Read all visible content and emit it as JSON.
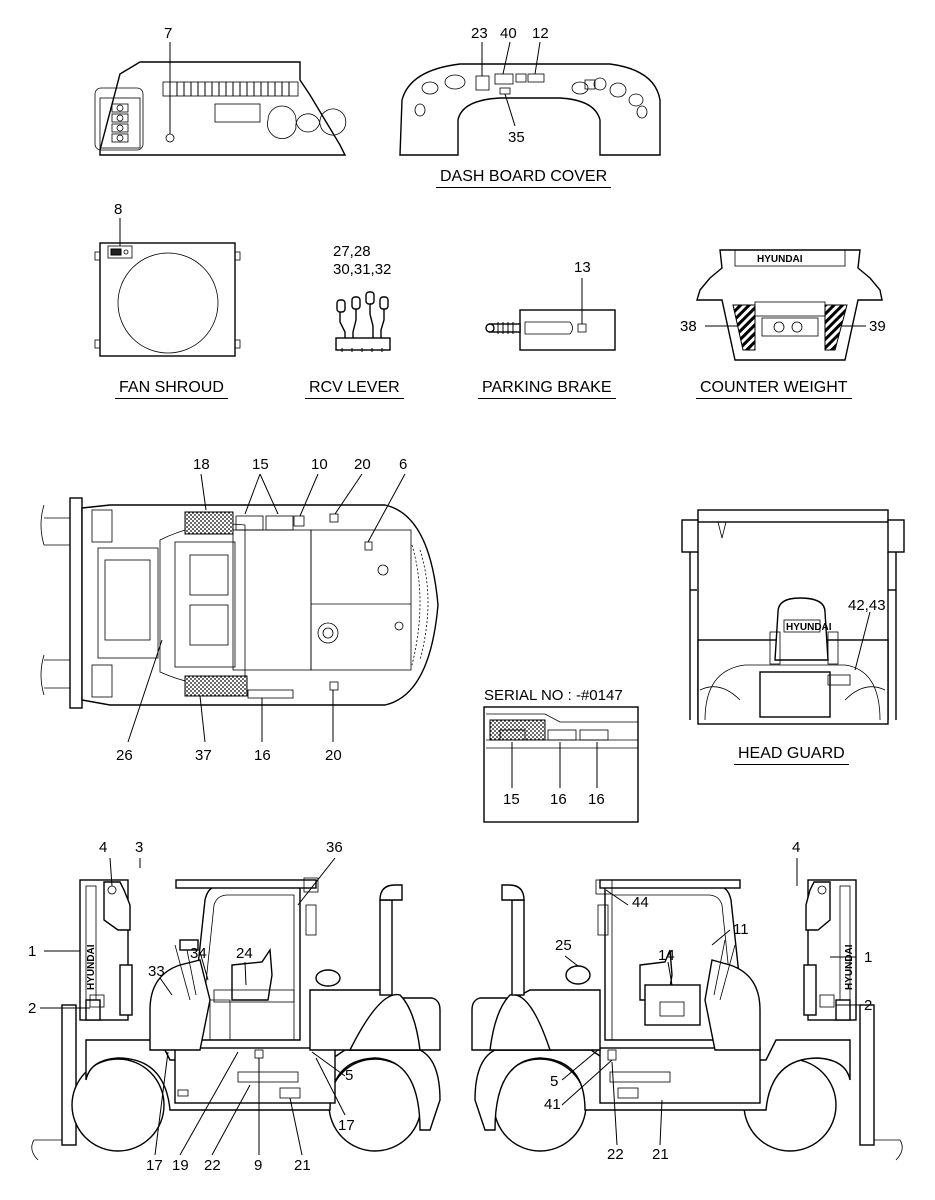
{
  "captions": {
    "dashboard": "DASH BOARD COVER",
    "fan_shroud": "FAN SHROUD",
    "rcv_lever": "RCV LEVER",
    "parking_brake": "PARKING BRAKE",
    "counter_weight": "COUNTER WEIGHT",
    "head_guard": "HEAD GUARD"
  },
  "serial_label": "SERIAL NO : -#0147",
  "brand_text": "HYUNDAI",
  "callouts": {
    "c7": "7",
    "c23": "23",
    "c40": "40",
    "c12": "12",
    "c35": "35",
    "c8": "8",
    "c27_28": "27,28",
    "c30_32": "30,31,32",
    "c13": "13",
    "c38": "38",
    "c39": "39",
    "top_18": "18",
    "top_15": "15",
    "top_10": "10",
    "top_20a": "20",
    "top_6": "6",
    "top_26": "26",
    "top_37": "37",
    "top_16": "16",
    "top_20b": "20",
    "ser_15": "15",
    "ser_16a": "16",
    "ser_16b": "16",
    "hg_42_43": "42,43",
    "l_4": "4",
    "l_3": "3",
    "l_36": "36",
    "l_1": "1",
    "l_2": "2",
    "l_24": "24",
    "l_34": "34",
    "l_33": "33",
    "l_5": "5",
    "l_17a": "17",
    "l_17b": "17",
    "l_19": "19",
    "l_22": "22",
    "l_9": "9",
    "l_21": "21",
    "r_4": "4",
    "r_44": "44",
    "r_11": "11",
    "r_1": "1",
    "r_25": "25",
    "r_14": "14",
    "r_2": "2",
    "r_5": "5",
    "r_41": "41",
    "r_22": "22",
    "r_21": "21"
  }
}
